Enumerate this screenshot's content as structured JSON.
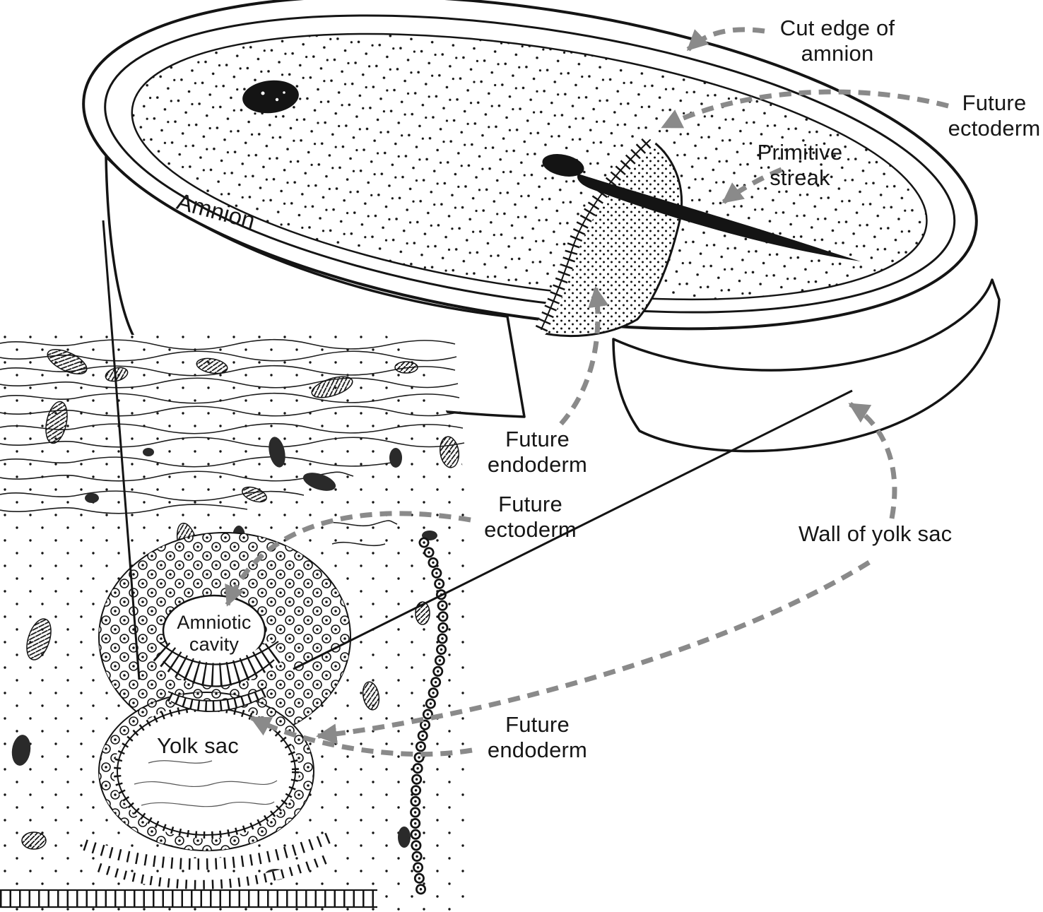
{
  "figure": {
    "type": "embryology-cutaway-diagram",
    "ink_color": "#141414",
    "arrow_color": "#8a8a8a",
    "background_color": "#ffffff",
    "labels": {
      "cut_edge_of_amnion": "Cut edge of amnion",
      "future_ectoderm_top": "Future ectoderm",
      "primitive_streak": "Primitive streak",
      "amnion": "Amnion",
      "future_endoderm_top": "Future endoderm",
      "future_ectoderm_inset": "Future ectoderm",
      "wall_of_yolk_sac": "Wall of yolk sac",
      "amniotic_cavity": "Amniotic cavity",
      "yolk_sac": "Yolk sac",
      "future_endoderm_inset": "Future endoderm"
    }
  }
}
